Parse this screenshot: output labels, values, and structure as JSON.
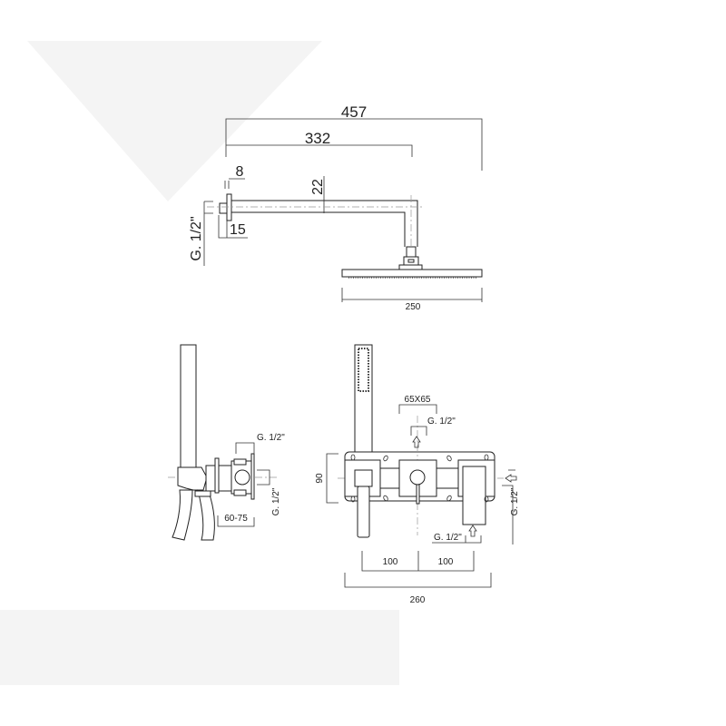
{
  "colors": {
    "line": "#222222",
    "background_shape": "#f4f4f4"
  },
  "top_view": {
    "dim_overall": "457",
    "dim_arm": "332",
    "dim_flange": "8",
    "dim_arm_height": "22",
    "dim_nut": "15",
    "thread": "G. 1/2\"",
    "dim_head": "250"
  },
  "side_view": {
    "thread_top": "G. 1/2\"",
    "thread_side": "G. 1/2\"",
    "depth": "60-75"
  },
  "front_view": {
    "dim_square": "65X65",
    "thread_top": "G. 1/2\"",
    "dim_height": "90",
    "thread_right": "G. 1/2\"",
    "thread_bottom": "G. 1/2\"",
    "spacing_left": "100",
    "spacing_right": "100",
    "dim_width": "260"
  }
}
